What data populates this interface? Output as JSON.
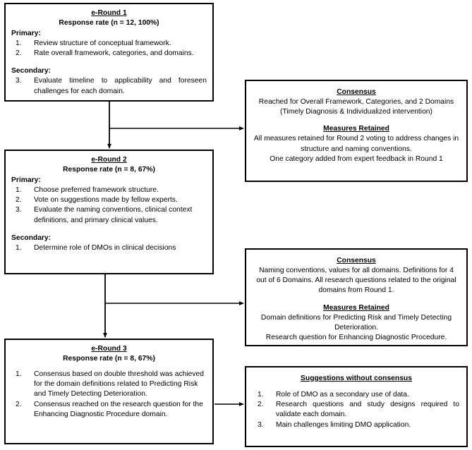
{
  "diagram": {
    "title_note": "Delphi e-Round flowchart",
    "line_color": "#000000",
    "box_border_color": "#000000",
    "background": "#ffffff"
  },
  "round1": {
    "title": "e-Round 1",
    "response_rate": "Response rate (n = 12, 100%)",
    "primary_label": "Primary:",
    "primary_items": [
      {
        "num": "1.",
        "text": "Review structure of conceptual framework."
      },
      {
        "num": "2.",
        "text": "Rate overall framework, categories, and domains."
      }
    ],
    "secondary_label": "Secondary:",
    "secondary_items": [
      {
        "num": "3.",
        "text": "Evaluate timeline to applicability and foreseen challenges for each domain."
      }
    ]
  },
  "round1_outcome": {
    "consensus_heading": "Consensus",
    "consensus_text": "Reached for Overall Framework, Categories, and 2 Domains (Timely Diagnosis & Individualized intervention)",
    "measures_heading": "Measures Retained",
    "measures_text_line1": "All measures retained for Round 2 voting to address changes in structure and naming conventions.",
    "measures_text_line2": "One category added from expert feedback in Round 1"
  },
  "round2": {
    "title": "e-Round 2",
    "response_rate": "Response rate (n = 8, 67%)",
    "primary_label": "Primary:",
    "primary_items": [
      {
        "num": "1.",
        "text": "Choose preferred framework structure."
      },
      {
        "num": "2.",
        "text": "Vote on suggestions made by fellow experts."
      },
      {
        "num": "3.",
        "text": "Evaluate the naming conventions, clinical context definitions, and primary clinical values."
      }
    ],
    "secondary_label": "Secondary:",
    "secondary_items": [
      {
        "num": "1.",
        "text": "Determine role of DMOs in clinical decisions"
      }
    ]
  },
  "round2_outcome": {
    "consensus_heading": "Consensus",
    "consensus_text": "Naming conventions, values for all domains. Definitions for 4 out of 6 Domains. All research questions related to the original domains from Round 1.",
    "measures_heading": "Measures Retained",
    "measures_text_line1": "Domain definitions for Predicting Risk and Timely Detecting Deterioration.",
    "measures_text_line2": "Research question for Enhancing Diagnostic Procedure."
  },
  "round3": {
    "title": "e-Round 3",
    "response_rate": "Response rate (n = 8, 67%)",
    "items": [
      {
        "num": "1.",
        "text": "Consensus based on double threshold was achieved for the domain definitions related to Predicting Risk and Timely Detecting Deterioration."
      },
      {
        "num": "2.",
        "text": "Consensus reached on the research question for the Enhancing Diagnostic Procedure domain."
      }
    ]
  },
  "round3_outcome": {
    "heading": "Suggestions without consensus",
    "items": [
      {
        "num": "1.",
        "text": "Role of DMO as a secondary use of data."
      },
      {
        "num": "2.",
        "text": "Research questions and study designs required to validate each domain."
      },
      {
        "num": "3.",
        "text": "Main challenges limiting DMO application."
      }
    ]
  }
}
